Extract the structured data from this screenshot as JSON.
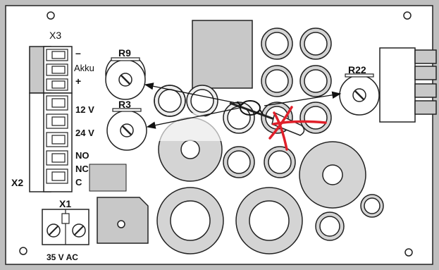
{
  "connectors": {
    "x3": {
      "label": "X3",
      "pins": [
        "–",
        "Akku",
        "+"
      ]
    },
    "x2": {
      "label": "X2",
      "pins": [
        "12 V",
        "24 V",
        "NO",
        "NC",
        "C"
      ]
    },
    "x1": {
      "label": "X1",
      "sublabel": "35 V AC"
    }
  },
  "potentiometers": {
    "r9": "R9",
    "r3": "R3",
    "r22": "R22"
  },
  "colors": {
    "board": "#ffffff",
    "frame": "#bfbfbf",
    "component_gray": "#c8c8c8",
    "dark_gray": "#9a9a9a",
    "ring_gray": "#d4d4d4",
    "cross": "#e0202a"
  },
  "icons": {
    "adjust": "rotate-arrow-icon",
    "tool": "screwdriver-icon",
    "forbidden": "red-cross-icon"
  }
}
